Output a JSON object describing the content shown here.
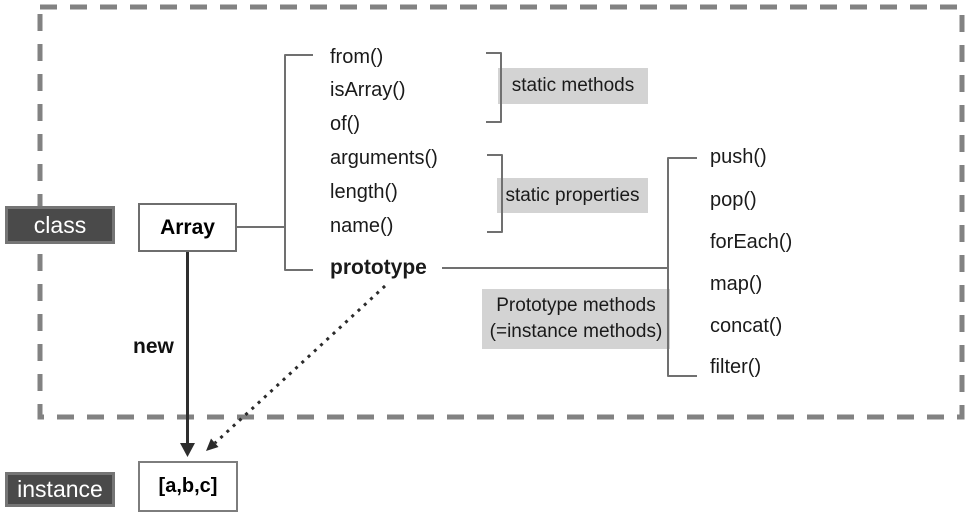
{
  "diagram": {
    "tags": {
      "class": "class",
      "instance": "instance"
    },
    "nodes": {
      "class_box": "Array",
      "instance_box": "[a,b,c]"
    },
    "keywords": {
      "new": "new",
      "prototype": "prototype"
    },
    "static_members": [
      "from()",
      "isArray()",
      "of()",
      "arguments()",
      "length()",
      "name()"
    ],
    "prototype_methods": [
      "push()",
      "pop()",
      "forEach()",
      "map()",
      "concat()",
      "filter()"
    ],
    "annotations": {
      "static_methods": "static methods",
      "static_properties": "static properties",
      "prototype_methods_line1": "Prototype methods",
      "prototype_methods_line2": "(=instance methods)"
    },
    "colors": {
      "dark_label_bg": "#4a4a4a",
      "light_label_bg": "#d3d3d3",
      "connector_gray": "#707070",
      "dashed_border": "#828282",
      "arrow_dark": "#2e2e2e"
    }
  }
}
